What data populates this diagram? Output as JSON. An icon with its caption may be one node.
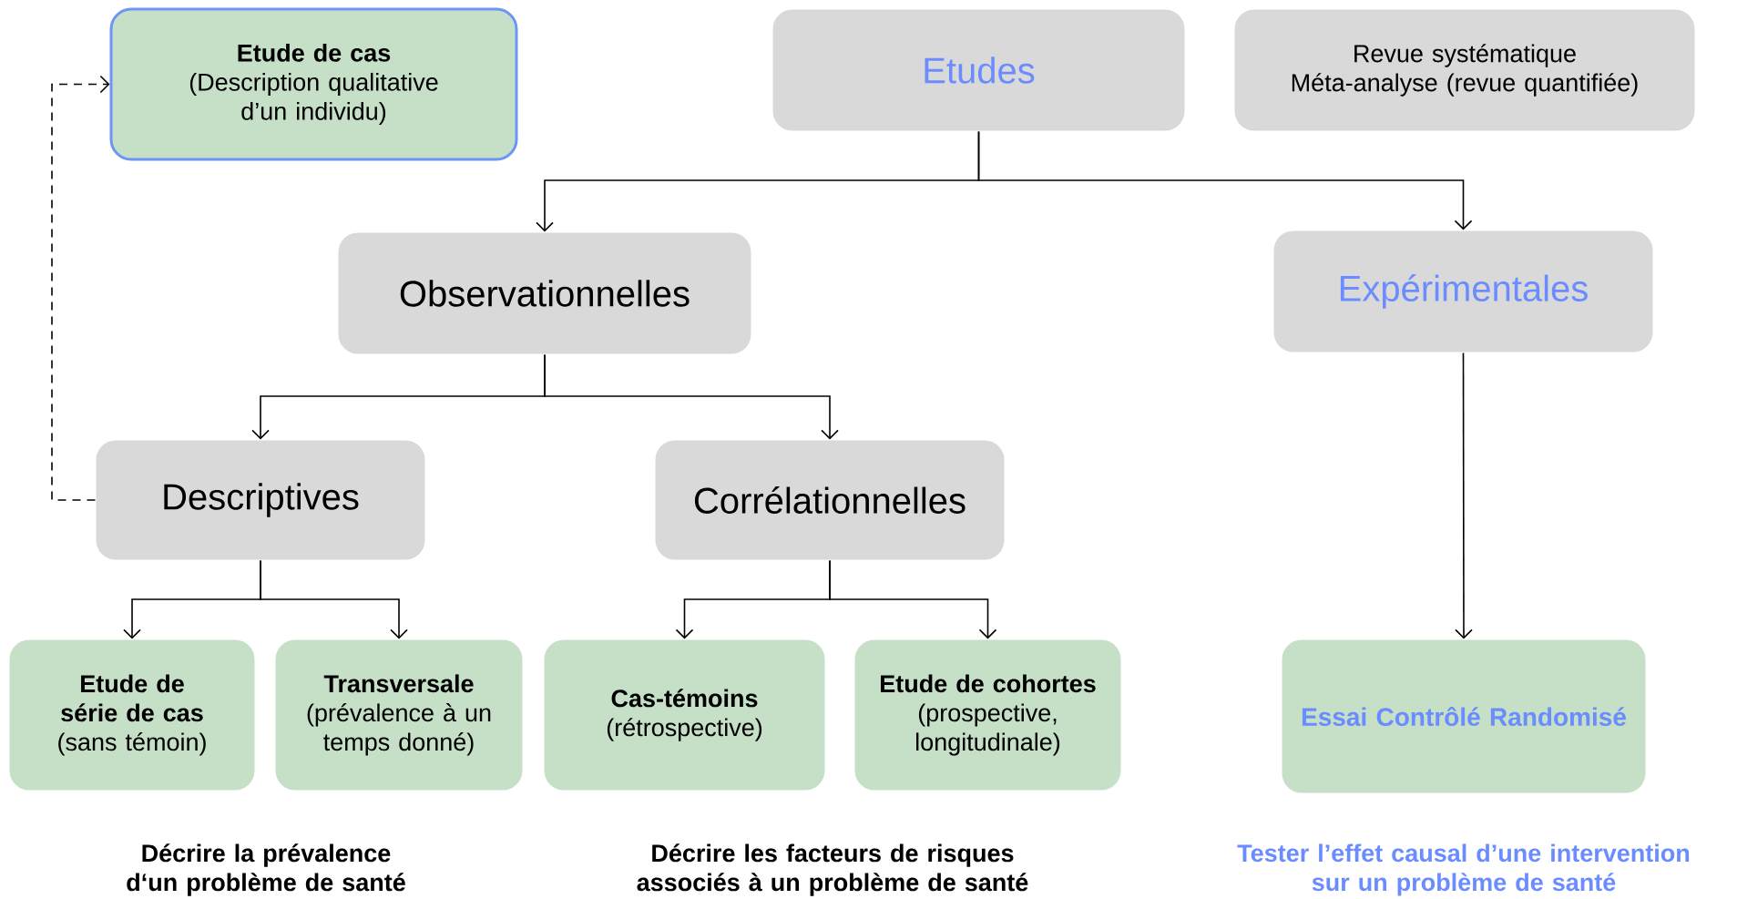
{
  "diagram": {
    "nodes": [
      {
        "text": [
          "Etude de cas",
          "(Description qualitative d’un individu)"
        ]
      },
      {
        "text": [
          "Etudes"
        ]
      },
      {
        "text": [
          "Revue systématique",
          "Méta-analyse (revue quantifiée)"
        ]
      },
      {
        "text": [
          "Observationnelles"
        ]
      },
      {
        "text": [
          "Expérimentales"
        ]
      },
      {
        "text": [
          "Descriptives"
        ]
      },
      {
        "text": [
          "Corrélationnelles"
        ]
      },
      {
        "text": [
          "Etude de série de cas",
          "(sans témoin)"
        ]
      },
      {
        "text": [
          "Transversale",
          "(prévalence à un temps donné)"
        ]
      },
      {
        "text": [
          "Cas-témoins",
          "(rétrospective)"
        ]
      },
      {
        "text": [
          "Etude de cohortes",
          "(prospective, longitudinale)"
        ]
      },
      {
        "text": [
          "Essai Contrôlé Randomisé"
        ]
      }
    ],
    "edges": [
      {
        "from": 1,
        "to": 3,
        "arrow": "to"
      },
      {
        "from": 1,
        "to": 4,
        "arrow": "to"
      },
      {
        "from": 3,
        "to": 5,
        "arrow": "to"
      },
      {
        "from": 3,
        "to": 6,
        "arrow": "to"
      },
      {
        "from": 5,
        "to": 7,
        "arrow": "to"
      },
      {
        "from": 5,
        "to": 8,
        "arrow": "to"
      },
      {
        "from": 6,
        "to": 9,
        "arrow": "to"
      },
      {
        "from": 6,
        "to": 10,
        "arrow": "to"
      },
      {
        "from": 4,
        "to": 11,
        "arrow": "to"
      },
      {
        "from": 5,
        "to": 0,
        "arrow": "to",
        "style": "dashed"
      }
    ],
    "labels": [
      "Décrire la prévalence d‘un problème de santé",
      "Décrire les facteurs de risques associés à un problème de santé",
      "Tester l’effet causal d’une intervention sur un problème de santé"
    ]
  }
}
